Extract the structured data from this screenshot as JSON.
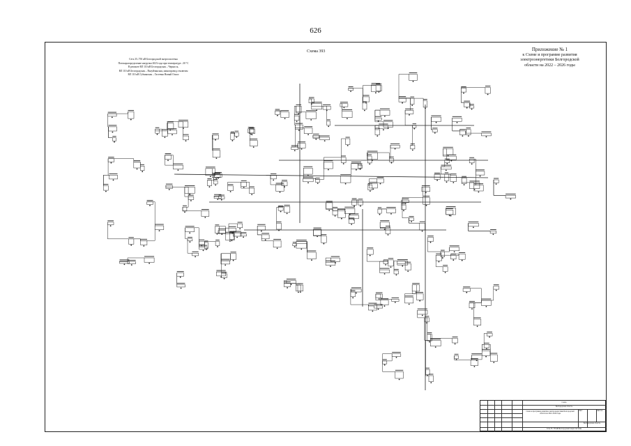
{
  "page": {
    "number": "626"
  },
  "scheme": {
    "title": "Схема 393"
  },
  "notes": {
    "lines": [
      "Сеть 35–750 кВ Белгородской энергосистемы",
      "Потокораспределение нагрузки 2023 года при температуре –30 °С",
      "В ремонте ВЛ 110 кВ Белгородская – Черкасск,",
      "ВЛ 110 кВ Белгородская – Валуйчанская, шинопровод отключен",
      "ВЛ 110 кВ Губкинская – Гастевка Новый Оскол"
    ]
  },
  "appendix": {
    "title": "Приложение № 1",
    "lines": [
      "к Схеме и программе развития",
      "электроэнергетики Белгородской",
      "области на 2022 – 2026 годы"
    ]
  },
  "stamp": {
    "title": "Схема",
    "subtitle": "Белгородская область",
    "description": "Схема и программа развития электроэнергетики Белгородской области на 2022–2026 годы",
    "sheet_label": "Лист",
    "sheets_label": "Листов",
    "org": "Белгородская область",
    "bottom": "Сеть 35–750 кВ Белгородской энергосистемы"
  }
}
